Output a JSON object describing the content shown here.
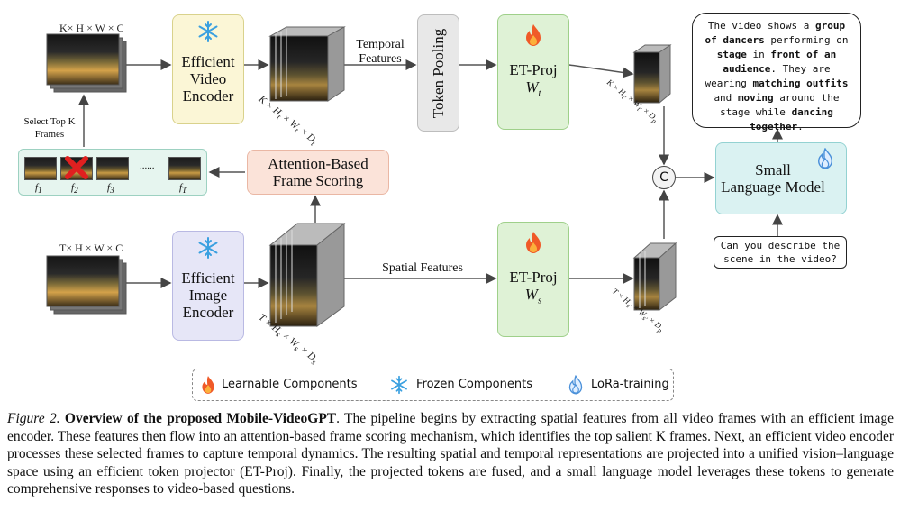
{
  "diagram": {
    "video_input_dims": "K× H × W × C",
    "image_input_dims": "T× H × W × C",
    "select_top_k": "Select Top K\nFrames",
    "video_encoder": "Efficient\nVideo\nEncoder",
    "image_encoder": "Efficient\nImage\nEncoder",
    "temporal_features": "Temporal\nFeatures",
    "spatial_features": "Spatial Features",
    "token_pooling": "Token Pooling",
    "et_proj": "ET-Proj",
    "w_t_base": "W",
    "w_t_sub": "t",
    "w_s_base": "W",
    "w_s_sub": "s",
    "attention_scoring": "Attention-Based\nFrame Scoring",
    "small_lm": "Small\nLanguage Model",
    "concat": "C",
    "video_feat_dims": "K × H_t × W_t × D_t",
    "image_feat_dims": "T × H_s × W_s × D_s",
    "video_proj_dims": "K × H_t' × W_t' × D_p",
    "image_proj_dims": "T × H_s' × W_s' × D_p",
    "frames": {
      "f1": "f",
      "f1_sub": "1",
      "f2": "f",
      "f2_sub": "2",
      "f3": "f",
      "f3_sub": "3",
      "ellipsis": "......",
      "fT": "f",
      "fT_sub": "T"
    },
    "question": "Can you describe the scene in the video?"
  },
  "response": {
    "segments": [
      {
        "t": "The video shows a ",
        "b": false
      },
      {
        "t": "group of dancers",
        "b": true
      },
      {
        "t": " performing on ",
        "b": false
      },
      {
        "t": "stage",
        "b": true
      },
      {
        "t": " in ",
        "b": false
      },
      {
        "t": "front of an audience",
        "b": true
      },
      {
        "t": ". They are wearing ",
        "b": false
      },
      {
        "t": "matching outfits",
        "b": true
      },
      {
        "t": " and ",
        "b": false
      },
      {
        "t": "moving",
        "b": true
      },
      {
        "t": " around the stage while ",
        "b": false
      },
      {
        "t": "dancing together",
        "b": true
      },
      {
        "t": ".",
        "b": false
      }
    ]
  },
  "legend": {
    "learnable": "Learnable Components",
    "frozen": "Frozen Components",
    "lora": "LoRa-training"
  },
  "caption": {
    "lead": "Figure 2.",
    "title": "Overview of the proposed Mobile-VideoGPT",
    "body": ". The pipeline begins by extracting spatial features from all video frames with an efficient image encoder. These features then flow into an attention-based frame scoring mechanism, which identifies the top salient K frames. Next, an efficient video encoder processes these selected frames to capture temporal dynamics. The resulting spatial and temporal representations are projected into a unified vision–language space using an efficient token projector (ET-Proj). Finally, the projected tokens are fused, and a small language model leverages these tokens to generate comprehensive responses to video-based questions."
  },
  "colors": {
    "flame": "#f05a28",
    "snowflake": "#3aa0e0",
    "lora_flame": "#4a90d9"
  }
}
